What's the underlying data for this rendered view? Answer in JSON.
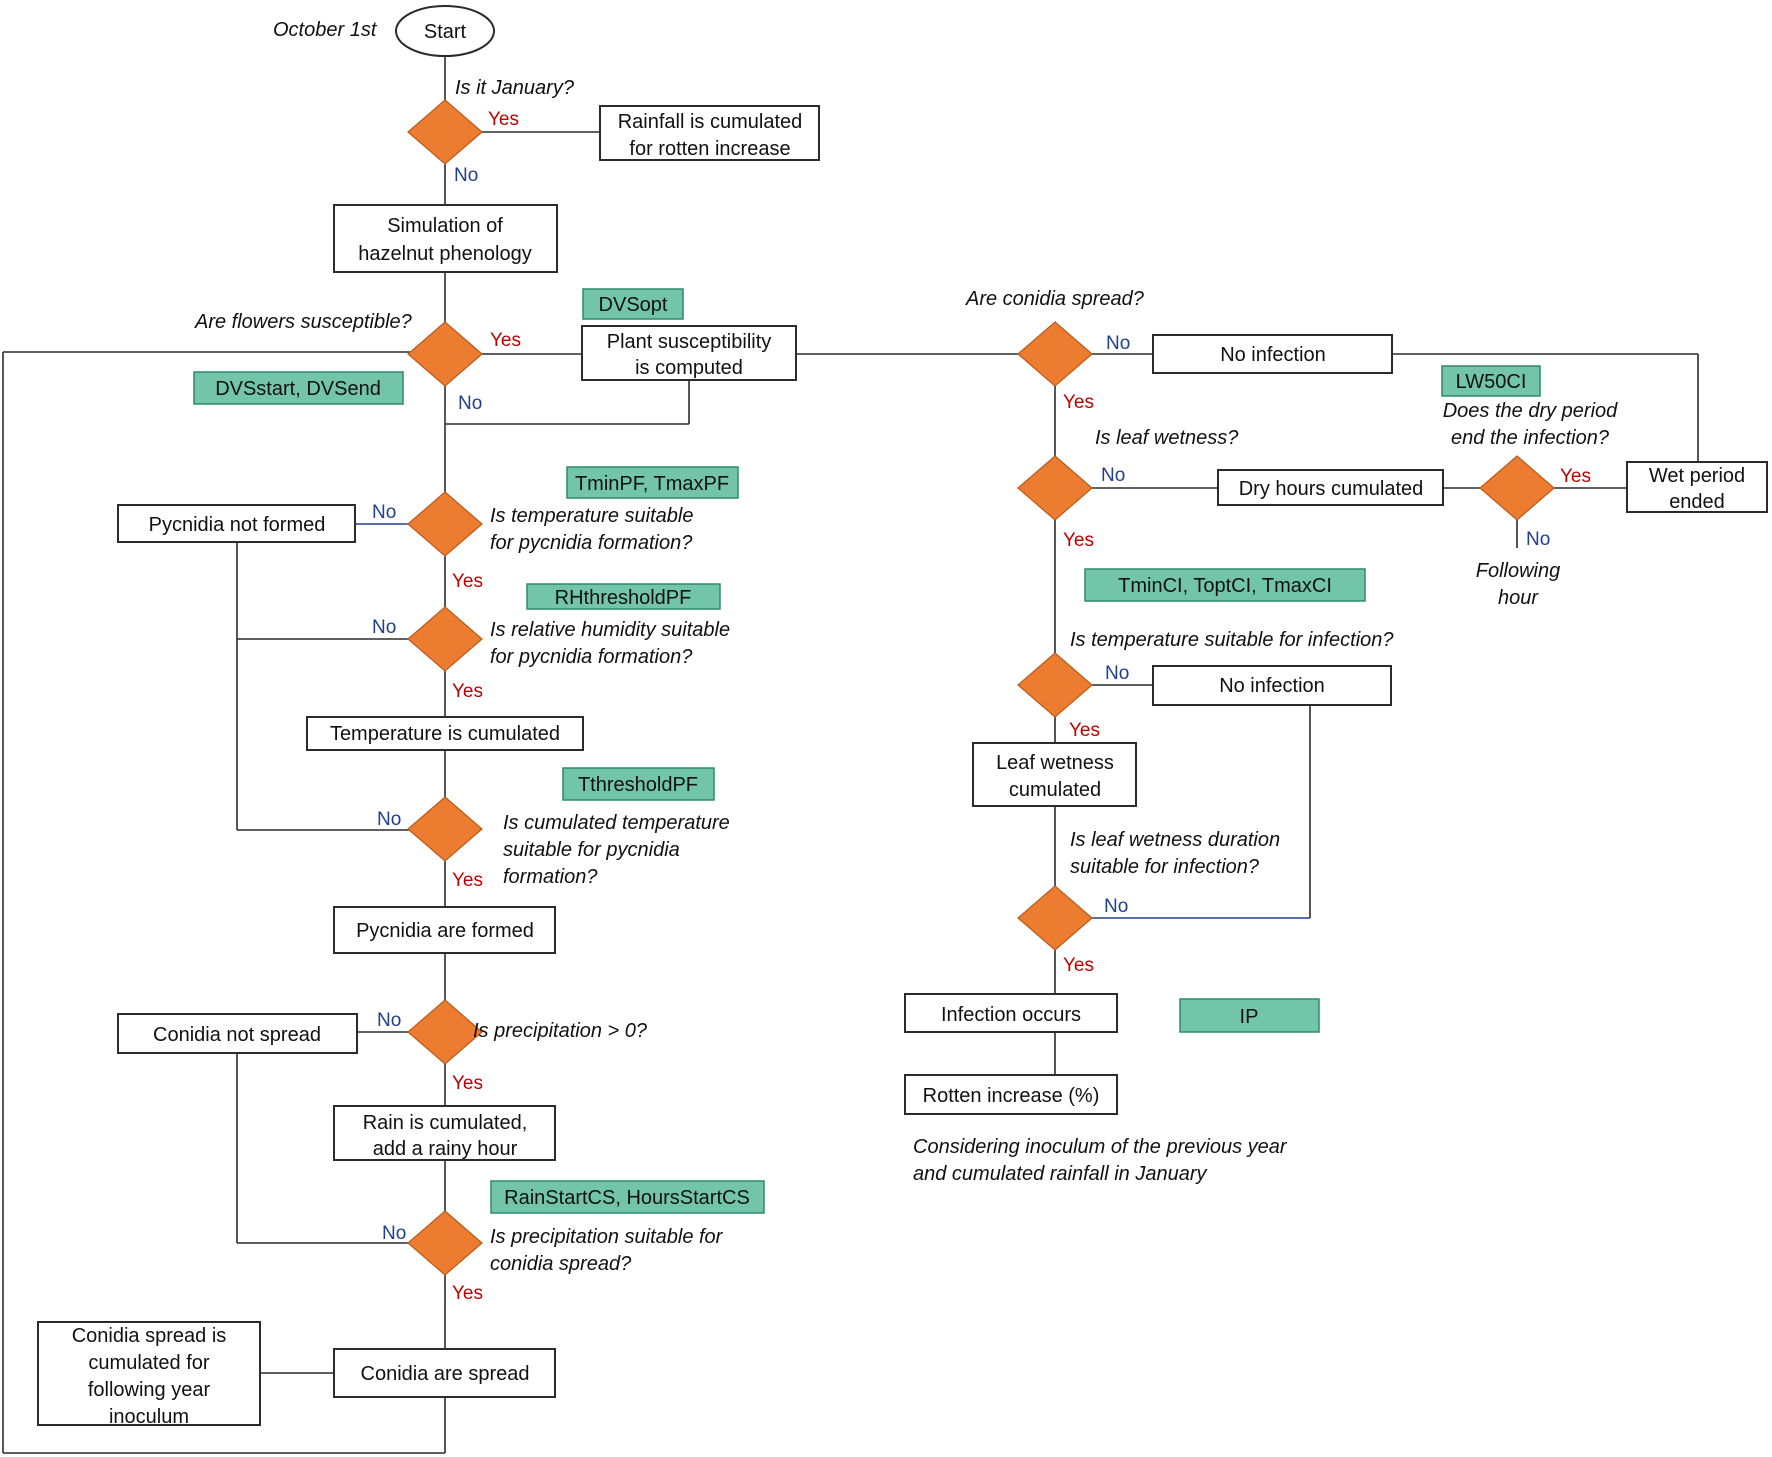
{
  "colors": {
    "decision": "#ec7c30",
    "parameter": "#72c5a8",
    "yes": "#c00000",
    "no": "#1f3f8f"
  },
  "labels": {
    "yes": "Yes",
    "no": "No"
  },
  "start": {
    "date": "October 1st",
    "label": "Start"
  },
  "boxes": {
    "rainfall": [
      "Rainfall is cumulated",
      "for rotten increase"
    ],
    "phenology": [
      "Simulation of",
      "hazelnut phenology"
    ],
    "susceptibility": [
      "Plant susceptibility",
      "is computed"
    ],
    "no_infection_1": [
      "No infection"
    ],
    "pycnidia_not_formed": [
      "Pycnidia not formed"
    ],
    "temp_cumulated": [
      "Temperature  is cumulated"
    ],
    "pycnidia_formed": [
      "Pycnidia are formed"
    ],
    "conidia_not_spread": [
      "Conidia not spread"
    ],
    "rain_cumulated": [
      "Rain is cumulated,",
      "add a rainy hour"
    ],
    "conidia_spread_cumulated": [
      "Conidia spread is",
      "cumulated for",
      "following year",
      "inoculum"
    ],
    "conidia_spread": [
      "Conidia are spread"
    ],
    "dry_hours": [
      "Dry hours cumulated"
    ],
    "wet_period": [
      "Wet period",
      "ended"
    ],
    "no_infection_2": [
      "No infection"
    ],
    "leaf_wetness_cumulated": [
      "Leaf wetness",
      "cumulated"
    ],
    "infection_occurs": [
      "Infection occurs"
    ],
    "rotten_increase": [
      "Rotten increase (%)"
    ]
  },
  "params": {
    "dvsopt": "DVSopt",
    "dvsstart": "DVSstart, DVSend",
    "tminpf": "TminPF, TmaxPF",
    "rhthreshold": "RHthresholdPF",
    "tthreshold": "TthresholdPF",
    "rainstart": "RainStartCS, HoursStartCS",
    "lw50ci": "LW50CI",
    "tminci": "TminCI, ToptCI, TmaxCI",
    "ip": "IP"
  },
  "questions": {
    "january": [
      "Is it January?"
    ],
    "flowers": [
      "Are flowers susceptible?"
    ],
    "temp_pycnidia": [
      "Is temperature suitable",
      "for pycnidia formation?"
    ],
    "rh_pycnidia": [
      "Is relative humidity suitable",
      "for pycnidia formation?"
    ],
    "cum_temp": [
      "Is cumulated temperature",
      "suitable for pycnidia",
      "formation?"
    ],
    "precip": [
      "Is precipitation > 0?"
    ],
    "precip_suitable": [
      "Is precipitation suitable for",
      "conidia spread?"
    ],
    "conidia_spread_q": [
      "Are conidia spread?"
    ],
    "leaf_wetness": [
      "Is leaf wetness?"
    ],
    "dry_period": [
      "Does the dry period",
      "end the infection?"
    ],
    "following_hour": [
      "Following",
      "hour"
    ],
    "temp_infection": [
      "Is temperature suitable for infection?"
    ],
    "lw_duration": [
      "Is leaf wetness duration",
      "suitable for infection?"
    ],
    "inoculum_note": [
      "Considering inoculum of the previous year",
      "and cumulated rainfall in January"
    ]
  }
}
